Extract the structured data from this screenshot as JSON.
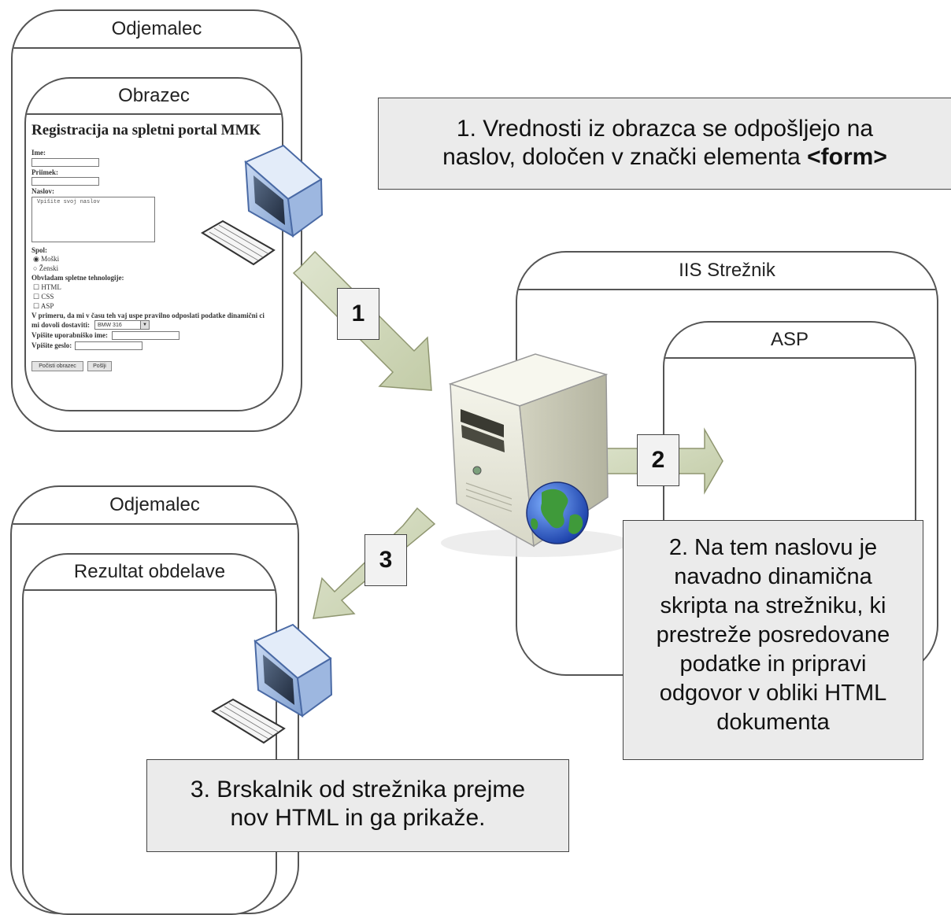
{
  "client_top": {
    "title": "Odjemalec",
    "inner_title": "Obrazec",
    "form": {
      "heading": "Registracija na spletni portal MMK",
      "field_ime": "Ime:",
      "field_priimek": "Priimek:",
      "field_naslov": "Naslov:",
      "textarea_placeholder": "Vpišite svoj naslov",
      "field_spol": "Spol:",
      "radio_moski": "Moški",
      "radio_zenski": "Ženski",
      "tech_label": "Obvladam spletne tehnologije:",
      "check_html": "HTML",
      "check_css": "CSS",
      "check_asp": "ASP",
      "note_line1": "V primeru, da mi v času teh vaj uspe pravilno odposlati podatke dinamični ci",
      "note_line2": "mi dovoli dostaviti:",
      "select_value": "BMW 316",
      "username_label": "Vpišite uporabniško ime:",
      "password_label": "Vpišite geslo:",
      "reset_button": "Počisti obrazec",
      "submit_button": "Pošlji"
    }
  },
  "callout_1": {
    "text_line1": "1. Vrednosti iz obrazca se odpošljejo na",
    "text_line2": "naslov, določen v znački elementa ",
    "text_bold": "<form>"
  },
  "server": {
    "title": "IIS Strežnik",
    "inner_title": "ASP"
  },
  "callout_2": {
    "lines": [
      "2. Na tem naslovu je",
      "navadno dinamična",
      "skripta na strežniku, ki",
      "prestreže posredovane",
      "podatke in pripravi",
      "odgovor v obliki HTML",
      "dokumenta"
    ]
  },
  "client_bottom": {
    "title": "Odjemalec",
    "inner_title": "Rezultat obdelave"
  },
  "callout_3": {
    "line1": "3. Brskalnik od strežnika prejme",
    "line2": "nov HTML in ga prikaže."
  },
  "steps": [
    "1",
    "2",
    "3"
  ],
  "icons": [
    "computer-monitor-icon",
    "keyboard-icon",
    "server-tower-icon",
    "globe-icon"
  ]
}
